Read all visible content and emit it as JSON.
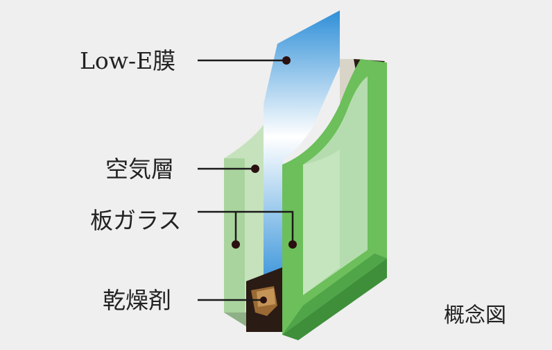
{
  "labels": {
    "low_e": "Low-E膜",
    "air_layer": "空気層",
    "glass": "板ガラス",
    "desiccant": "乾燥剤",
    "concept": "概念図"
  },
  "colors": {
    "background": "#efefef",
    "glass_green": "#6cbf5a",
    "glass_light": "#b5dcae",
    "low_e_blue": "#2f8fd8",
    "spacer": "#2a1b14",
    "leader": "#1a1a1a"
  }
}
